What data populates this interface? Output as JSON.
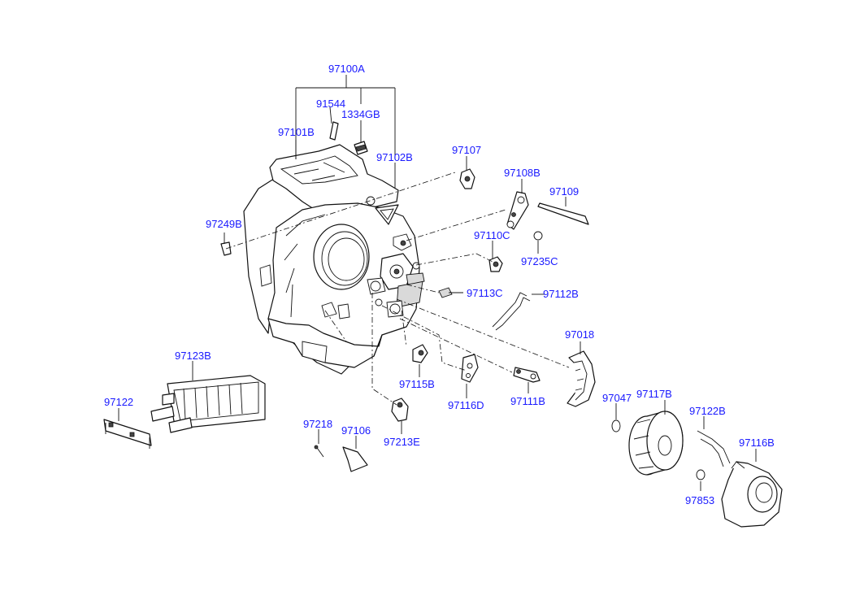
{
  "diagram": {
    "labels": {
      "p97100A": "97100A",
      "p91544": "91544",
      "p1334GB": "1334GB",
      "p97101B": "97101B",
      "p97102B": "97102B",
      "p97107": "97107",
      "p97108B": "97108B",
      "p97109": "97109",
      "p97249B": "97249B",
      "p97110C": "97110C",
      "p97235C": "97235C",
      "p97113C": "97113C",
      "p97112B": "97112B",
      "p97018": "97018",
      "p97123B": "97123B",
      "p97115B": "97115B",
      "p97116D": "97116D",
      "p97111B": "97111B",
      "p97047": "97047",
      "p97117B": "97117B",
      "p97122B": "97122B",
      "p97122": "97122",
      "p97218": "97218",
      "p97106": "97106",
      "p97213E": "97213E",
      "p97116B": "97116B",
      "p97853": "97853"
    },
    "colors": {
      "label": "#1a1aff",
      "line": "#111111",
      "background": "#ffffff"
    }
  }
}
